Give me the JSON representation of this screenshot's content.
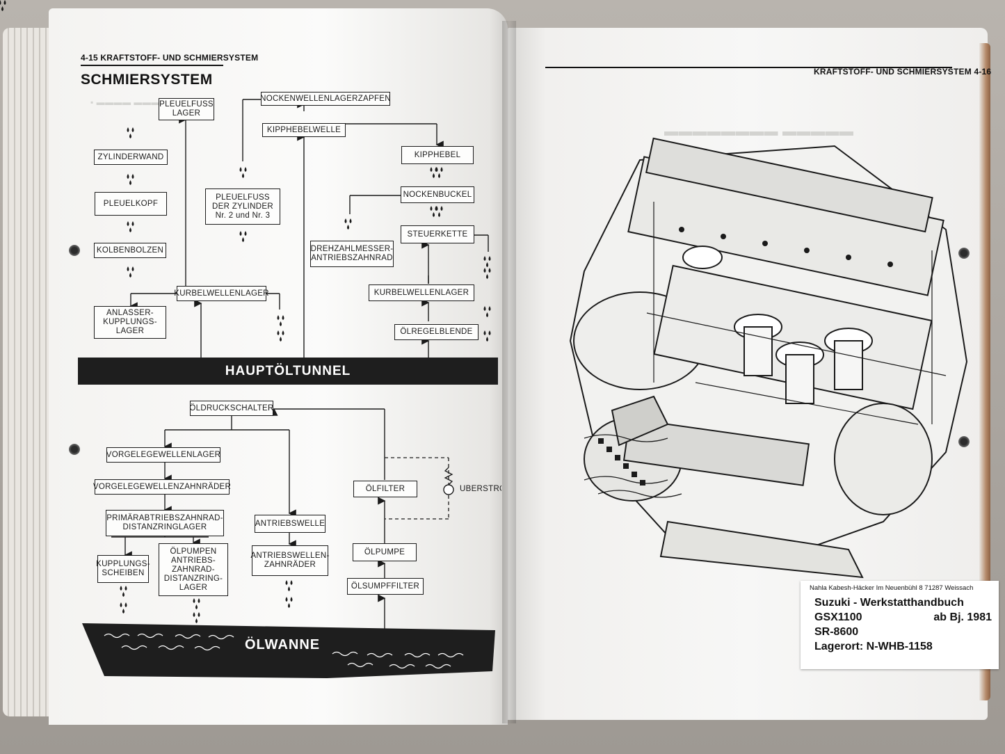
{
  "left_page": {
    "header": "4-15 KRAFTSTOFF- UND SCHMIERSYSTEM",
    "title": "SCHMIERSYSTEM",
    "tunnel": "HAUPTÖLTUNNEL",
    "pan": "ÖLWANNE",
    "boxes": {
      "pleuelfuss_lager": "PLEUELFUSS LAGER",
      "nockenwellenlagerzapfen": "NOCKENWELLENLAGERZAPFEN",
      "kipphebelwelle": "KIPPHEBELWELLE",
      "zylinderwand": "ZYLINDERWAND",
      "kipphebel": "KIPPHEBEL",
      "pleuelkopf": "PLEUELKOPF",
      "pleuelfuss_zylinder": "PLEUELFUSS DER ZYLINDER Nr. 2 und Nr. 3",
      "nockenbuckel": "NOCKENBUCKEL",
      "steuerkette": "STEUERKETTE",
      "kolbenbolzen": "KOLBENBOLZEN",
      "drehzahlmesser": "DREHZAHLMESSER-ANTRIEBSZAHNRAD",
      "kurbelwellenlager_left": "KURBELWELLENLAGER",
      "kurbelwellenlager_right": "KURBELWELLENLAGER",
      "anlasser": "ANLASSER-KUPPLUNGS-LAGER",
      "oelregelblende": "ÖLREGELBLENDE",
      "oeldruckschalter": "ÖLDRUCKSCHALTER",
      "vorgelegewellenlager": "VORGELEGEWELLENLAGER",
      "vorgelegewellenzahnraeder": "VORGELEGEWELLENZAHNRÄDER",
      "oelfilter": "ÖLFILTER",
      "ueberstrom": "ÜBERSTROMKA",
      "primaer": "PRIMÄRABTRIEBSZAHNRAD-DISTANZRINGLAGER",
      "antriebswelle": "ANTRIEBSWELLE",
      "kupplungsscheiben": "KUPPLUNGS-SCHEIBEN",
      "oelpumpen": "ÖLPUMPEN ANTRIEBS-ZAHNRAD-DISTANZRING-LAGER",
      "antriebswellenzahnraeder": "ANTRIEBSWELLEN-ZAHNRÄDER",
      "oelpumpe": "ÖLPUMPE",
      "oelsumpffilter": "ÖLSUMPFFILTER"
    }
  },
  "right_page": {
    "header": "KRAFTSTOFF- UND SCHMIERSYSTEM 4-16"
  },
  "sticker": {
    "address": "Nahla Kabesh-Häcker  Im Neuenbühl 8  71287 Weissach",
    "line1": "Suzuki - Werkstatthandbuch",
    "model": "GSX1100",
    "year": "ab Bj. 1981",
    "code": "SR-8600",
    "location": "Lagerort: N-WHB-1158"
  }
}
